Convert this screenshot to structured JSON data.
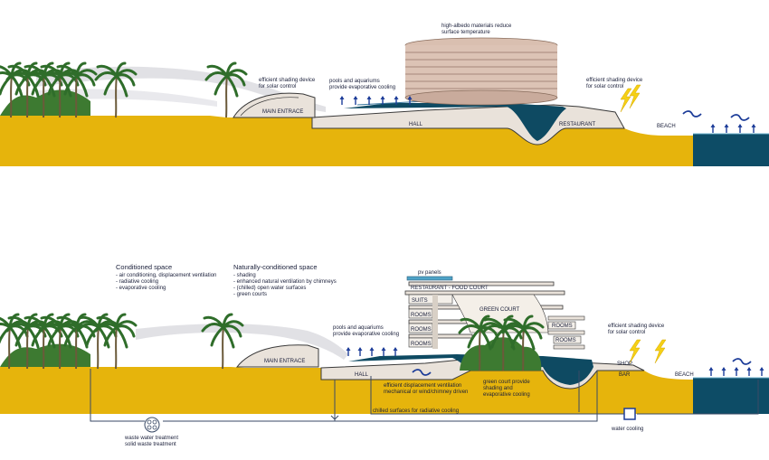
{
  "top": {
    "high_albedo": [
      "high-albedo materials reduce",
      "surface temperature"
    ],
    "shading_left": [
      "efficient shading device",
      "for solar control"
    ],
    "pools": [
      "pools and aquariums",
      "provide evaporative cooling"
    ],
    "shading_right": [
      "efficient shading device",
      "for solar control"
    ],
    "main_entrace": "MAIN ENTRACE",
    "hall": "HALL",
    "restaurant": "RESTAURANT",
    "beach": "BEACH"
  },
  "bottom": {
    "conditioned": {
      "title": "Conditioned space",
      "lines": [
        "- air conditioning, displacement ventilation",
        "- radiative cooling",
        "- evaporative cooling"
      ]
    },
    "natural": {
      "title": "Naturally-conditioned space",
      "lines": [
        "- shading",
        "- enhanced natural ventilation by chimneys",
        "- (chilled) open water surfaces",
        "- green courts"
      ]
    },
    "pv_panels": "pv panels",
    "restaurant_food_court": "RESTAURANT - FOOD COURT",
    "suits": "SUITS",
    "rooms": "ROOMS",
    "green_court": "GREEN COURT",
    "pools": [
      "pools and aquariums",
      "provide evaporative cooling"
    ],
    "shading_right": [
      "efficient shading device",
      "for solar control"
    ],
    "main_entrace": "MAIN ENTRACE",
    "hall": "HALL",
    "shop": "SHOP",
    "bar": "BAR",
    "beach": "BEACH",
    "displacement": [
      "efficient displacement ventilation",
      "mechanical or wind/chimney driven"
    ],
    "green_provide": [
      "green court provide",
      "shading and",
      "evaporative cooling"
    ],
    "chilled": "chilled surfaces for radiative cooling",
    "waste": [
      "waste water treatment",
      "solid waste treatment"
    ],
    "water_cooling": "water cooling"
  },
  "colors": {
    "ground": "#e6b40c",
    "sea": "#0d4c66",
    "pool": "#0e4a62",
    "structure": "#e9e2da",
    "outline": "#3a3a3a",
    "text": "#1a1f3a",
    "arrow": "#1d3d99",
    "palm": "#2f6d2a",
    "sun": "#f5d016",
    "ribbon": "#d9d9dc"
  }
}
